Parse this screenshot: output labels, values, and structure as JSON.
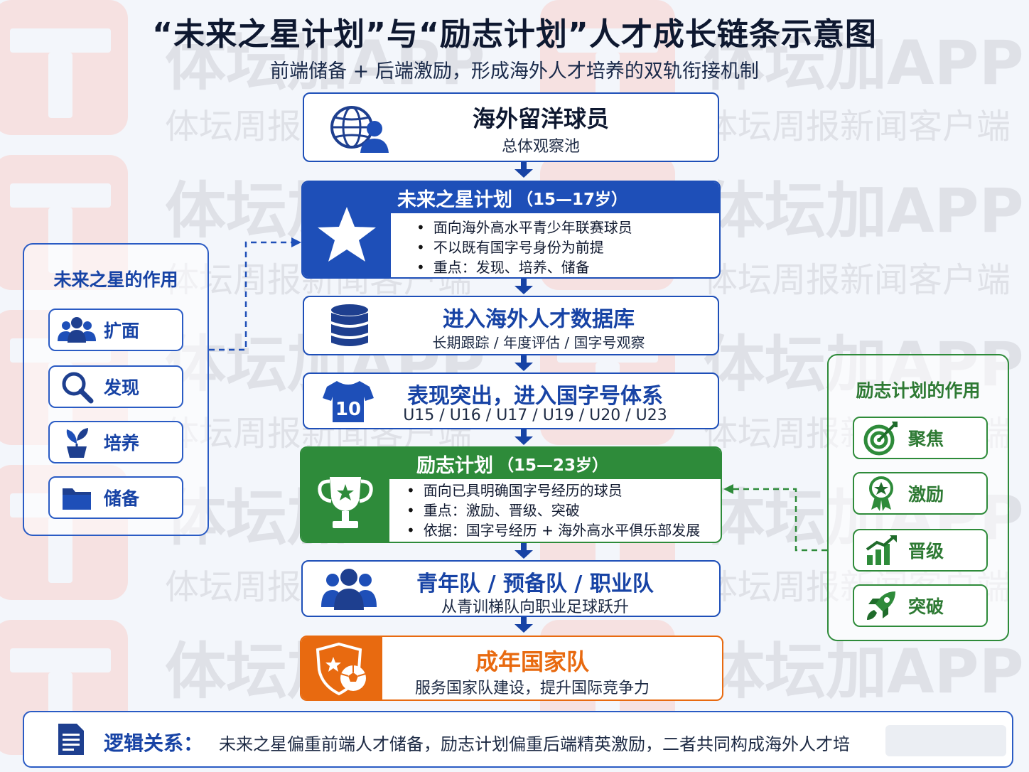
{
  "title": "“未来之星计划”与“励志计划”人才成长链条示意图",
  "subtitle": "前端储备 + 后端激励，形成海外人才培养的双轨衔接机制",
  "watermarks": {
    "big": "体坛加APP",
    "small": "体坛周报新闻客户端"
  },
  "colors": {
    "blue": "#1e4fb8",
    "green": "#2e8b3a",
    "orange": "#e86a10",
    "dark": "#0e1830"
  },
  "flow": [
    {
      "title": "海外留洋球员",
      "sub": "总体观察池",
      "icon": "globe-person-icon"
    },
    {
      "title": "未来之星计划",
      "age": "（15—17岁）",
      "icon": "star-icon",
      "bullets": [
        "面向海外高水平青少年联赛球员",
        "不以既有国字号身份为前提",
        "重点：发现、培养、储备"
      ]
    },
    {
      "title": "进入海外人才数据库",
      "sub": "长期跟踪 / 年度评估 / 国字号观察",
      "icon": "database-icon"
    },
    {
      "title": "表现突出，进入国字号体系",
      "sub": "U15 / U16 / U17 / U19 / U20 / U23",
      "icon": "jersey-icon",
      "jersey_number": "10"
    },
    {
      "title": "励志计划",
      "age": "（15—23岁）",
      "icon": "trophy-icon",
      "bullets": [
        "面向已具明确国字号经历的球员",
        "重点：激励、晋级、突破",
        "依据：国字号经历 + 海外高水平俱乐部发展"
      ]
    },
    {
      "title": "青年队 / 预备队 / 职业队",
      "sub": "从青训梯队向职业足球跃升",
      "icon": "team-icon"
    },
    {
      "title": "成年国家队",
      "sub": "服务国家队建设，提升国际竞争力",
      "icon": "shield-ball-icon"
    }
  ],
  "left_panel": {
    "title": "未来之星的作用",
    "items": [
      {
        "label": "扩面",
        "icon": "group-icon"
      },
      {
        "label": "发现",
        "icon": "magnifier-icon"
      },
      {
        "label": "培养",
        "icon": "sprout-icon"
      },
      {
        "label": "储备",
        "icon": "folder-icon"
      }
    ]
  },
  "right_panel": {
    "title": "励志计划的作用",
    "items": [
      {
        "label": "聚焦",
        "icon": "target-icon"
      },
      {
        "label": "激励",
        "icon": "medal-icon"
      },
      {
        "label": "晋级",
        "icon": "growth-chart-icon"
      },
      {
        "label": "突破",
        "icon": "rocket-icon"
      }
    ]
  },
  "footer": {
    "label": "逻辑关系：",
    "text": "未来之星偏重前端人才储备，励志计划偏重后端精英激励，二者共同构成海外人才培",
    "icon": "document-icon"
  }
}
